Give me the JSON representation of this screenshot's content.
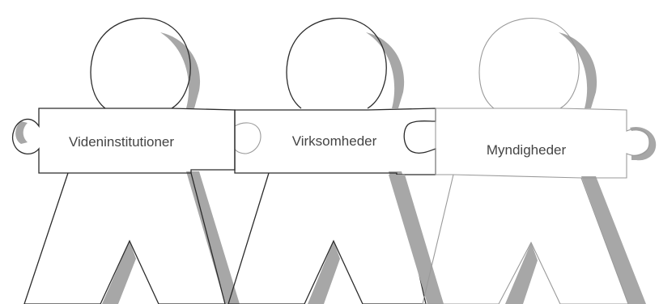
{
  "figures": [
    {
      "label": "Videninstitutioner"
    },
    {
      "label": "Virksomheder"
    },
    {
      "label": "Myndigheder"
    }
  ],
  "colors": {
    "outline": "#2b2b2b",
    "outline_light": "#9a9a9a",
    "shadow": "#a7a7a7",
    "text": "#444444",
    "background": "#ffffff"
  }
}
